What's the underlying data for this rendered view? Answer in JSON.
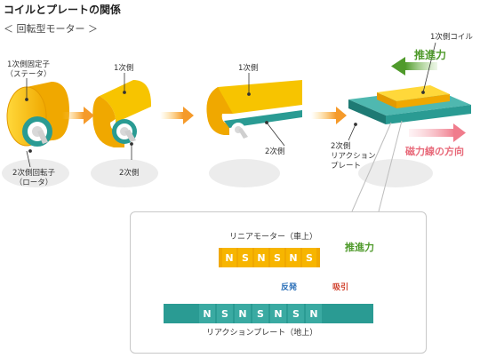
{
  "header": {
    "title": "コイルとプレートの関係",
    "subtitle": "＜ 回転型モーター ＞"
  },
  "stage1": {
    "stator_label_line1": "1次側固定子",
    "stator_label_line2": "（ステータ）",
    "rotor_label_line1": "2次側回転子",
    "rotor_label_line2": "（ロータ）"
  },
  "stage2": {
    "primary_label": "1次側",
    "secondary_label": "2次側"
  },
  "stage3": {
    "primary_label": "1次側",
    "secondary_label": "2次側"
  },
  "stage4": {
    "coil_label": "1次側コイル",
    "thrust_label": "推進力",
    "plate_label_line1": "2次側",
    "plate_label_line2": "リアクション",
    "plate_label_line3": "プレート",
    "flux_label": "磁力線の方向"
  },
  "inset": {
    "top_caption": "リニアモーター（車上）",
    "top_poles": [
      "N",
      "S",
      "N",
      "S",
      "N",
      "S"
    ],
    "thrust_label": "推進力",
    "repel_label": "反発",
    "attract_label": "吸引",
    "bottom_poles": [
      "N",
      "S",
      "N",
      "S",
      "N",
      "S",
      "N"
    ],
    "bottom_caption": "リアクションプレート（地上）"
  },
  "colors": {
    "coil_yellow": "#f7c400",
    "coil_orange": "#f0a800",
    "teal": "#2a9b93",
    "teal_dark": "#1e7a74",
    "arrow_orange": "#f5a040",
    "thrust_green": "#5aa52f",
    "flux_pink": "#f28a98",
    "attract_red": "#e0602a",
    "repel_blue": "#3b7fc8"
  }
}
